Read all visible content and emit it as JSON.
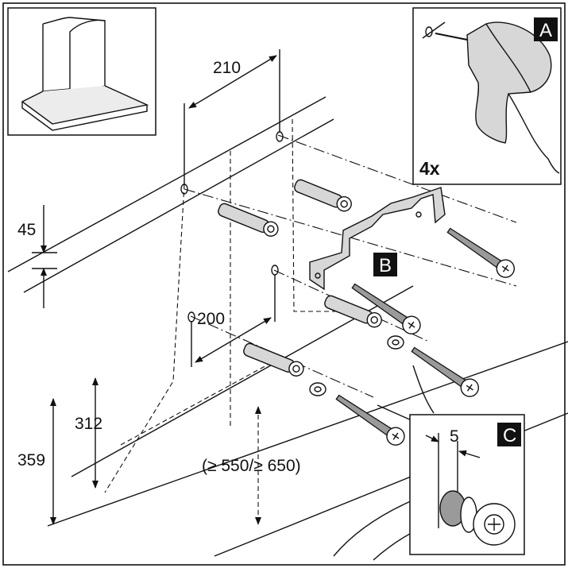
{
  "dimensions": {
    "width_top": "210",
    "height_45": "45",
    "width_mid": "200",
    "height_312": "312",
    "height_359": "359",
    "clearance": "(≥ 550/≥ 650)"
  },
  "insets": {
    "drill_badge": "A",
    "drill_count": "4x",
    "bracket_badge": "B",
    "detail_badge": "C",
    "detail_gap": "5"
  },
  "colors": {
    "line": "#111111",
    "part_fill": "#d7d7d7",
    "badge": "#111111"
  }
}
